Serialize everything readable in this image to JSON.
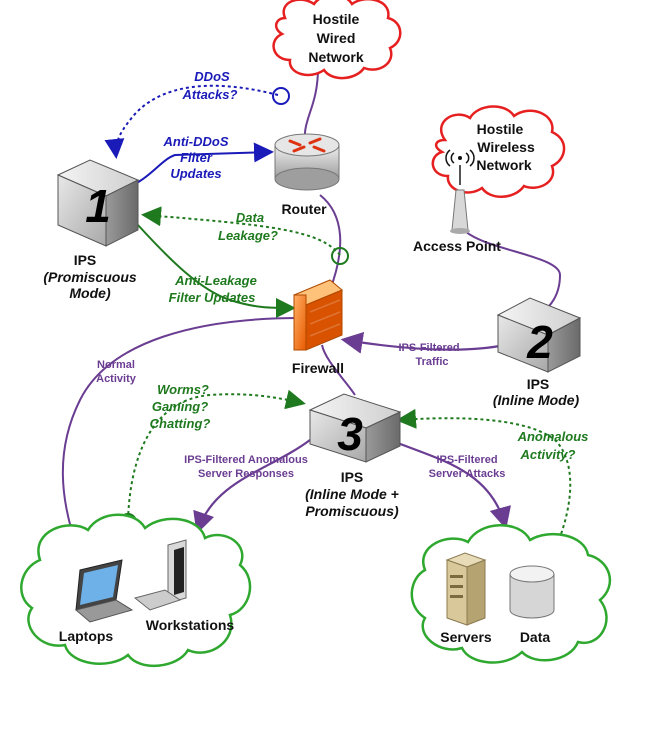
{
  "clouds": {
    "wired": [
      "Hostile",
      "Wired",
      "Network"
    ],
    "wireless": [
      "Hostile",
      "Wireless",
      "Network"
    ]
  },
  "devices": {
    "router": "Router",
    "access_point": "Access Point",
    "firewall": "Firewall",
    "laptops": "Laptops",
    "workstations": "Workstations",
    "servers": "Servers",
    "data": "Data"
  },
  "ips": {
    "ips1": {
      "number": "1",
      "title": "IPS",
      "mode": [
        "(Promiscuous",
        "Mode)"
      ]
    },
    "ips2": {
      "number": "2",
      "title": "IPS",
      "mode": [
        "(Inline Mode)"
      ]
    },
    "ips3": {
      "number": "3",
      "title": "IPS",
      "mode": [
        "(Inline Mode +",
        "Promiscuous)"
      ]
    }
  },
  "labels": {
    "ddos_attacks": [
      "DDoS",
      "Attacks?"
    ],
    "anti_ddos": [
      "Anti-DDoS",
      "Filter",
      "Updates"
    ],
    "data_leakage": [
      "Data",
      "Leakage?"
    ],
    "anti_leakage": [
      "Anti-Leakage",
      "Filter Updates"
    ],
    "ips_filtered_traffic": [
      "IPS-Filtered",
      "Traffic"
    ],
    "normal_activity": [
      "Normal",
      "Activity"
    ],
    "worms": [
      "Worms?",
      "Gaming?",
      "Chatting?"
    ],
    "anomalous_responses": [
      "IPS-Filtered Anomalous",
      "Server Responses"
    ],
    "server_attacks": [
      "IPS-Filtered",
      "Server Attacks"
    ],
    "anomalous_activity": [
      "Anomalous",
      "Activity?"
    ]
  },
  "colors": {
    "hostile_cloud": "#e62020",
    "internal_cloud": "#2fa82f",
    "ddos_flow": "#1a1ab8",
    "leakage_flow": "#1f7a1f",
    "ips_traffic": "#6a3d92",
    "firewall": "#ff7a1a"
  }
}
